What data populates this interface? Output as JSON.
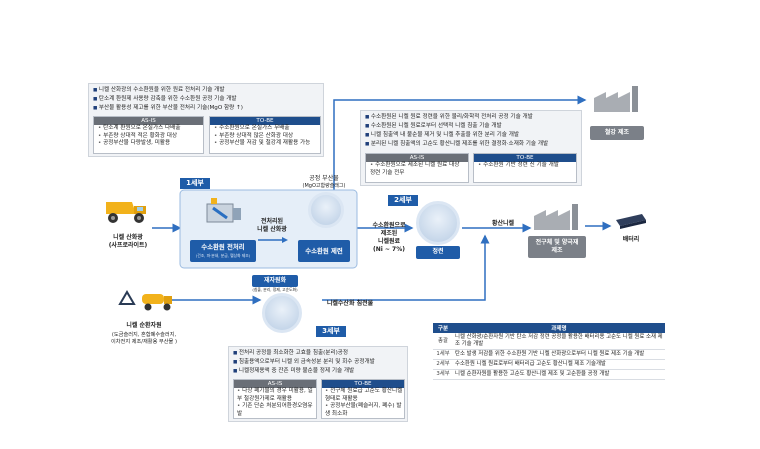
{
  "top_panel": {
    "bullets": [
      "니켈 산화광의 수소환원을 위한 원료 전처리 기술 개발",
      "탄소계 환원제 사용량 감축을 위한 수소환원 공정 기술 개발",
      "부산물 활용성 제고를 위한 부산물 전처리 기술(MgO 함량 ↑)"
    ],
    "asis_title": "AS-IS",
    "tobe_title": "TO-BE",
    "asis": [
      "탄소계 환원으로 온실가스 다배출",
      "부존량 상대적 적은 황화광 대상",
      "공정부산물 다량발생, 미활용"
    ],
    "tobe": [
      "수소환원으로 온실가스 무배출",
      "부존량 상대적 많은 산화광 대상",
      "공정부산물 저감 및 철강계 재활용 가능"
    ]
  },
  "mid_panel": {
    "bullets": [
      "수소환원된 니켈 원료 정련을 위한 물리/화학적 전처리 공정 기술 개발",
      "수소환원된 니켈 원료로부터 선택적 니켈 침출 기술 개발",
      "니켈 침출액 내 불순물 제거 및 니켈 추출을 위한 분리 기술 개발",
      "분리된 니켈 침출액의 고순도 황산니켈 제조를 위한 결정화·소재화 기술 개발"
    ],
    "asis_title": "AS-IS",
    "tobe_title": "TO-BE",
    "asis": [
      "수소환원으로 제조된 니켈 원료 대상 정련 기술 전무"
    ],
    "tobe": [
      "수소환원 기반 정련 신 기술 개발"
    ]
  },
  "bottom_panel": {
    "bullets": [
      "전처리 공정을 최소화한 고효율 침출(분리)공정",
      "침출용액으로부터 니켈 외 금속성분 분리 및 회수 공정개발",
      "니켈정제용액 중 잔존 미량 불순물 정제 기술 개발"
    ],
    "asis_title": "AS-IS",
    "tobe_title": "TO-BE",
    "asis": [
      "다상 폐기물의 경우 미활용, 일부 철강원가제로 재활용",
      "기존 단순 처분되어환경오염유발"
    ],
    "tobe": [
      "전구체 원료급 고순도 황산니켈 형태로 재활용",
      "공정부산물(폐슬러지, 폐수) 발생 최소화"
    ]
  },
  "flow": {
    "step1": "1세부",
    "step2": "2세부",
    "step3": "3세부",
    "ore_label": "니켈 산화광",
    "ore_sub": "(사프로라이트)",
    "recycle_label": "니켈 순환자원",
    "recycle_sub1": "(도금슬러지, 혼합폐수슬러지,",
    "recycle_sub2": "이차전지 제조/재활용 부산물 )",
    "pretreat_title": "수소환원 전처리",
    "pretreat_sub": "(건조, 파·분쇄, 분급, 펠상화 제조)",
    "pretreat_note1": "전처리된",
    "pretreat_note2": "니켈 산화광",
    "reduction_title": "수소환원 제련",
    "byproduct1": "공정 부산물",
    "byproduct2": "(MgO고함량슬래그)",
    "feed1": "수소환원으로",
    "feed2": "제조된",
    "feed3": "니켈원료",
    "feed4": "(Ni ~ 7%)",
    "refine": "정련",
    "nickel_sulfate": "황산니켈",
    "steel": "철강 제조",
    "precursor1": "전구체 및 양극재",
    "precursor2": "제조",
    "battery": "배터리",
    "resource_title": "재자원화",
    "resource_sub": "(침출, 분리, 정제, 고순도화)",
    "precip": "니켈수산화 침전물"
  },
  "plan_table": {
    "headers": [
      "구분",
      "과제명"
    ],
    "rows": [
      {
        "k": "총괄",
        "v": "니켈 산화광/순환자원 기반 탄소 저감 정련 공정을 활용한 배터리용 고순도 니켈 원료 소재 제조 기술 개발"
      },
      {
        "k": "1세부",
        "v": "탄소 발생 저감을 위한 수소환원 기반 니켈 산화광으로부터 니켈 원료 제조 기술 개발"
      },
      {
        "k": "2세부",
        "v": "수소환원 니켈 원료로부터 배터리급 고순도 황산니켈 제조 기술개발"
      },
      {
        "k": "3세부",
        "v": "니켈 순환자원을 활용한 고순도 황산니켈 제조 및 고순환율 공정 개발"
      }
    ]
  },
  "colors": {
    "primary": "#1f4e8c",
    "accent": "#2f6fc0",
    "asis": "#6a6f77"
  }
}
